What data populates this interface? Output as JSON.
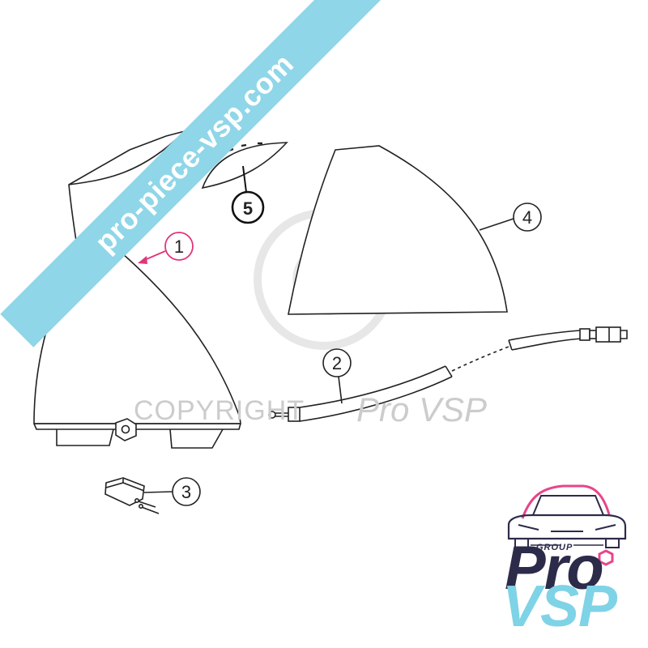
{
  "banner": {
    "text": "pro-piece-vsp.com"
  },
  "watermark": {
    "copyright_text": "COPYRIGHT",
    "brand_text": "Pro VSP"
  },
  "callouts": {
    "c1": "1",
    "c2": "2",
    "c3": "3",
    "c4": "4",
    "c5": "5"
  },
  "logo": {
    "group_text": "GROUP",
    "pro_text": "Pro",
    "vsp_text": "VSP"
  },
  "colors": {
    "banner": "#8fd6e8",
    "line": "#222222",
    "callout_pink": "#e0357a",
    "logo_dark": "#2c2b4a",
    "logo_blue": "#7fd3e6",
    "logo_pink": "#e8458b",
    "watermark_gray": "#cccccc"
  }
}
